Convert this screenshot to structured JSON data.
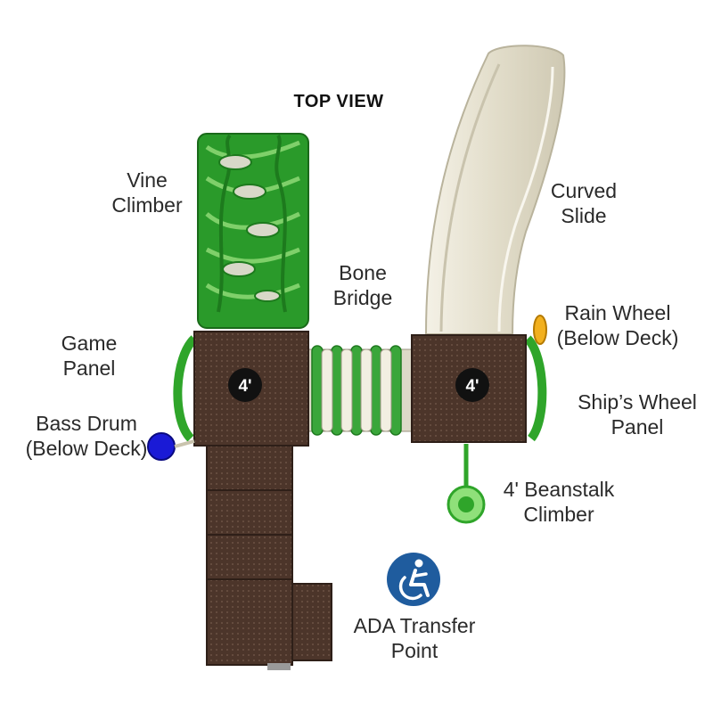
{
  "title": "TOP VIEW",
  "deck_heights": [
    "4'",
    "4'"
  ],
  "labels": {
    "vine_climber": [
      "Vine",
      "Climber"
    ],
    "curved_slide": [
      "Curved",
      "Slide"
    ],
    "bone_bridge": [
      "Bone",
      "Bridge"
    ],
    "game_panel": [
      "Game",
      "Panel"
    ],
    "rain_wheel": [
      "Rain Wheel",
      "(Below Deck)"
    ],
    "bass_drum": [
      "Bass Drum",
      "(Below Deck)"
    ],
    "ships_wheel_panel": [
      "Ship’s Wheel",
      "Panel"
    ],
    "beanstalk_climber": [
      "4' Beanstalk",
      "Climber"
    ],
    "ada_transfer_point": [
      "ADA Transfer",
      "Point"
    ]
  },
  "icons": {
    "ada": "wheelchair-accessibility-icon"
  },
  "colors": {
    "deck_brown": "#4a3328",
    "climber_green": "#2fa52a",
    "slide_beige": "#e6e2d2",
    "ada_blue": "#1f5c9e",
    "drum_blue": "#1a1ad6",
    "rain_wheel_yellow": "#f2b01e"
  }
}
